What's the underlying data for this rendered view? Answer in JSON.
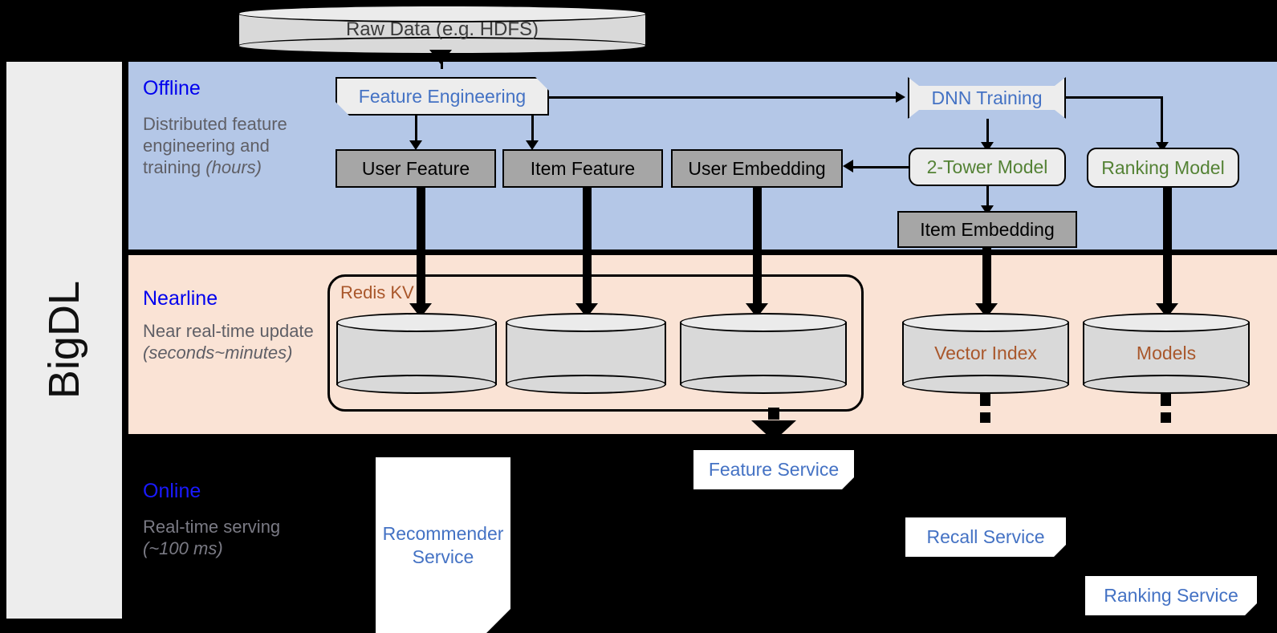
{
  "framework": {
    "name": "BigDL"
  },
  "source": {
    "label": "Raw Data (e.g. HDFS)"
  },
  "bands": [
    {
      "id": "offline",
      "title": "Offline",
      "subtitle": "Distributed feature engineering and training ",
      "emphasis": "(hours)"
    },
    {
      "id": "nearline",
      "title": "Nearline",
      "subtitle": "Near real-time update ",
      "emphasis": "(seconds~minutes)"
    },
    {
      "id": "online",
      "title": "Online",
      "subtitle": "Real-time serving ",
      "emphasis": "(~100 ms)"
    }
  ],
  "offline": {
    "feature_engineering": "Feature Engineering",
    "dnn_training": "DNN Training",
    "user_feature": "User Feature",
    "item_feature": "Item Feature",
    "user_embedding": "User Embedding",
    "item_embedding": "Item Embedding",
    "two_tower_model": "2-Tower Model",
    "ranking_model": "Ranking Model"
  },
  "nearline": {
    "redis_kv": "Redis KV",
    "stores": [
      "",
      "",
      ""
    ],
    "vector_index": "Vector Index",
    "models": "Models"
  },
  "online": {
    "recommender_service": "Recommender Service",
    "feature_service": "Feature Service",
    "recall_service": "Recall Service",
    "ranking_service": "Ranking Service"
  },
  "colors": {
    "offline_band": "#b4c7e7",
    "nearline_band": "#fae3d5",
    "online_band": "#000000",
    "band_title": "#0000ee",
    "band_subtitle": "#5f5f66",
    "process_text": "#4472c4",
    "model_text": "#548235",
    "store_text": "#a9572b",
    "data_box_fill": "#a6a6a6",
    "process_box_fill": "#ededed",
    "cylinder_fill": "#d9d9d9",
    "rail_fill": "#ededed"
  }
}
